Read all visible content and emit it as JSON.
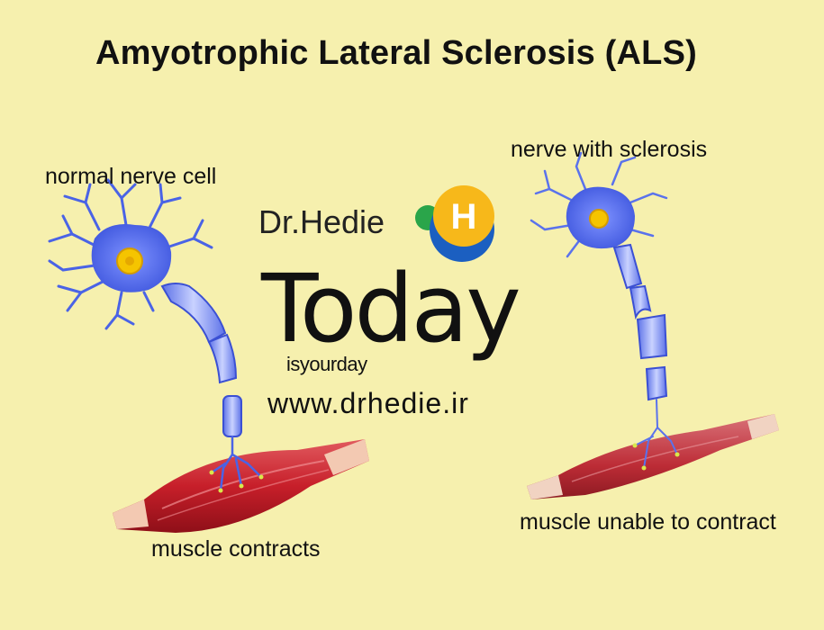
{
  "title": "Amyotrophic Lateral Sclerosis (ALS)",
  "labels": {
    "normal_nerve": "normal nerve cell",
    "sclerosis_nerve": "nerve with sclerosis",
    "muscle_contracts": "muscle contracts",
    "muscle_unable": "muscle unable to contract"
  },
  "watermark": {
    "name": "Dr.Hedie",
    "logo_letter": "H",
    "big_word": "Today",
    "tagline": "isyourday",
    "url": "www.drhedie.ir"
  },
  "colors": {
    "background": "#f6f0ae",
    "neuron": "#4a63e6",
    "nucleus": "#f5c400",
    "muscle": "#c8232c",
    "logo_yellow": "#f7b81a",
    "logo_blue": "#1b5fc1",
    "logo_green": "#2aa54a"
  }
}
